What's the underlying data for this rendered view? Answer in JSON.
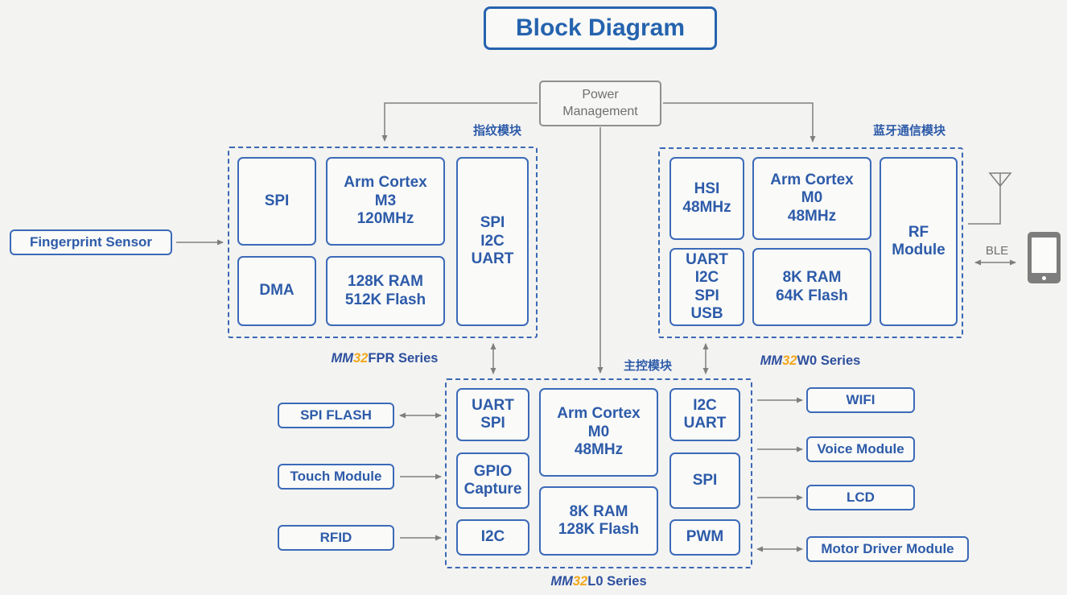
{
  "title": "Block Diagram",
  "power_management": "Power\nManagement",
  "ble": "BLE",
  "colors": {
    "accent_blue": "#2d5ba9",
    "title_blue": "#2563ae",
    "series_orange": "#f2a71d",
    "wire_gray": "#7f7f7f"
  },
  "modules": {
    "fpr": {
      "tag": "指纹模块",
      "series": {
        "mm": "MM",
        "num": "32",
        "rest": "FPR Series"
      },
      "blocks": {
        "spi": "SPI",
        "core": "Arm Cortex\nM3\n120MHz",
        "dma": "DMA",
        "mem": "128K RAM\n512K Flash",
        "periph": "SPI\nI2C\nUART"
      }
    },
    "w0": {
      "tag": "蓝牙通信模块",
      "series": {
        "mm": "MM",
        "num": "32",
        "rest": "W0 Series"
      },
      "blocks": {
        "hsi": "HSI\n48MHz",
        "core": "Arm Cortex\nM0\n48MHz",
        "periph": "UART\nI2C\nSPI\nUSB",
        "mem": "8K RAM\n64K Flash",
        "rf": "RF\nModule"
      }
    },
    "l0": {
      "tag": "主控模块",
      "series": {
        "mm": "MM",
        "num": "32",
        "rest": "L0 Series"
      },
      "blocks": {
        "uart_spi": "UART\nSPI",
        "core": "Arm Cortex\nM0\n48MHz",
        "i2c_uart": "I2C\nUART",
        "gpio": "GPIO\nCapture",
        "spi": "SPI",
        "mem": "8K RAM\n128K Flash",
        "i2c": "I2C",
        "pwm": "PWM"
      }
    }
  },
  "peripherals": {
    "fingerprint_sensor": "Fingerprint Sensor",
    "spi_flash": "SPI FLASH",
    "touch_module": "Touch Module",
    "rfid": "RFID",
    "wifi": "WIFI",
    "voice_module": "Voice Module",
    "lcd": "LCD",
    "motor_driver": "Motor Driver Module"
  }
}
